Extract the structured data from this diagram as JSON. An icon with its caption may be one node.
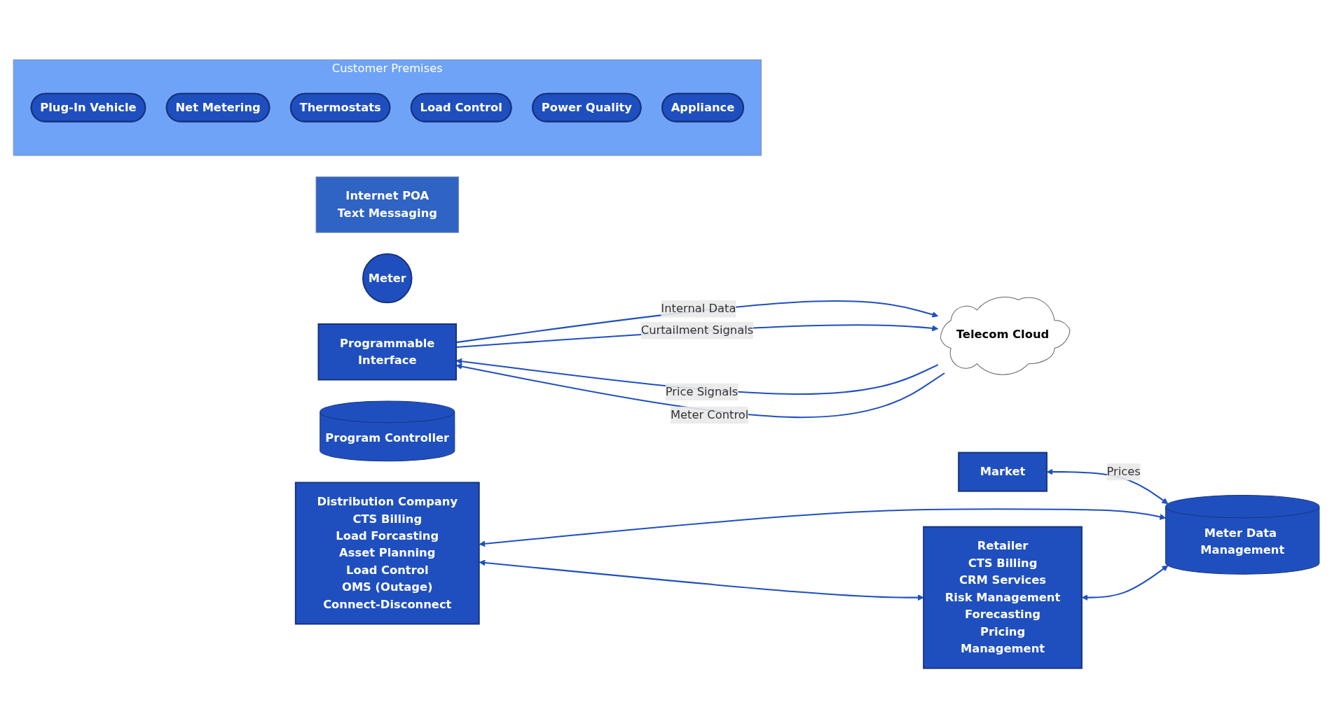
{
  "diagram": {
    "nodes": [
      {
        "text": [
          "Customer Premises"
        ]
      },
      {
        "text": [
          "Internet POA",
          "Text Messaging"
        ]
      },
      {
        "text": [
          "Meter"
        ]
      },
      {
        "text": [
          "Plug-In Vehicle"
        ],
        "in": 0
      },
      {
        "text": [
          "Net Metering"
        ],
        "in": 0
      },
      {
        "text": [
          "Thermostats"
        ],
        "in": 0
      },
      {
        "text": [
          "Load Control"
        ],
        "in": 0
      },
      {
        "text": [
          "Power Quality"
        ],
        "in": 0
      },
      {
        "text": [
          "Appliance"
        ],
        "in": 0
      },
      {
        "text": [
          "Programmable",
          "Interface"
        ]
      },
      {
        "text": [
          "Telecom Cloud"
        ]
      },
      {
        "text": [
          "Market"
        ]
      },
      {
        "text": [
          "Meter Data Management"
        ]
      },
      {
        "text": [
          "Program Controller"
        ]
      },
      {
        "text": [
          "Distribution Company",
          "CTS Billing",
          "Load Forcasting",
          "Asset Planning",
          "Load Control",
          "OMS (Outage)",
          "Connect-Disconnect"
        ]
      },
      {
        "text": [
          "Retailer",
          "CTS Billing",
          "CRM Services",
          "Risk Management",
          "Forecasting",
          "Pricing",
          "Management"
        ]
      }
    ],
    "edges": [
      {
        "from": 10,
        "to": 9,
        "arrow": "to",
        "label": "Price Signals"
      },
      {
        "from": 9,
        "to": 10,
        "arrow": "to",
        "label": "Internal Data"
      },
      {
        "from": 10,
        "to": 9,
        "arrow": "to",
        "label": "Meter Control"
      },
      {
        "from": 9,
        "to": 10,
        "arrow": "to",
        "label": "Curtailment Signals"
      },
      {
        "from": 11,
        "to": 12,
        "arrow": "both",
        "label": "Prices"
      },
      {
        "from": 14,
        "to": 12,
        "arrow": "both"
      },
      {
        "from": 15,
        "to": 12,
        "arrow": "both"
      },
      {
        "from": 14,
        "to": 15,
        "arrow": "both"
      }
    ]
  }
}
